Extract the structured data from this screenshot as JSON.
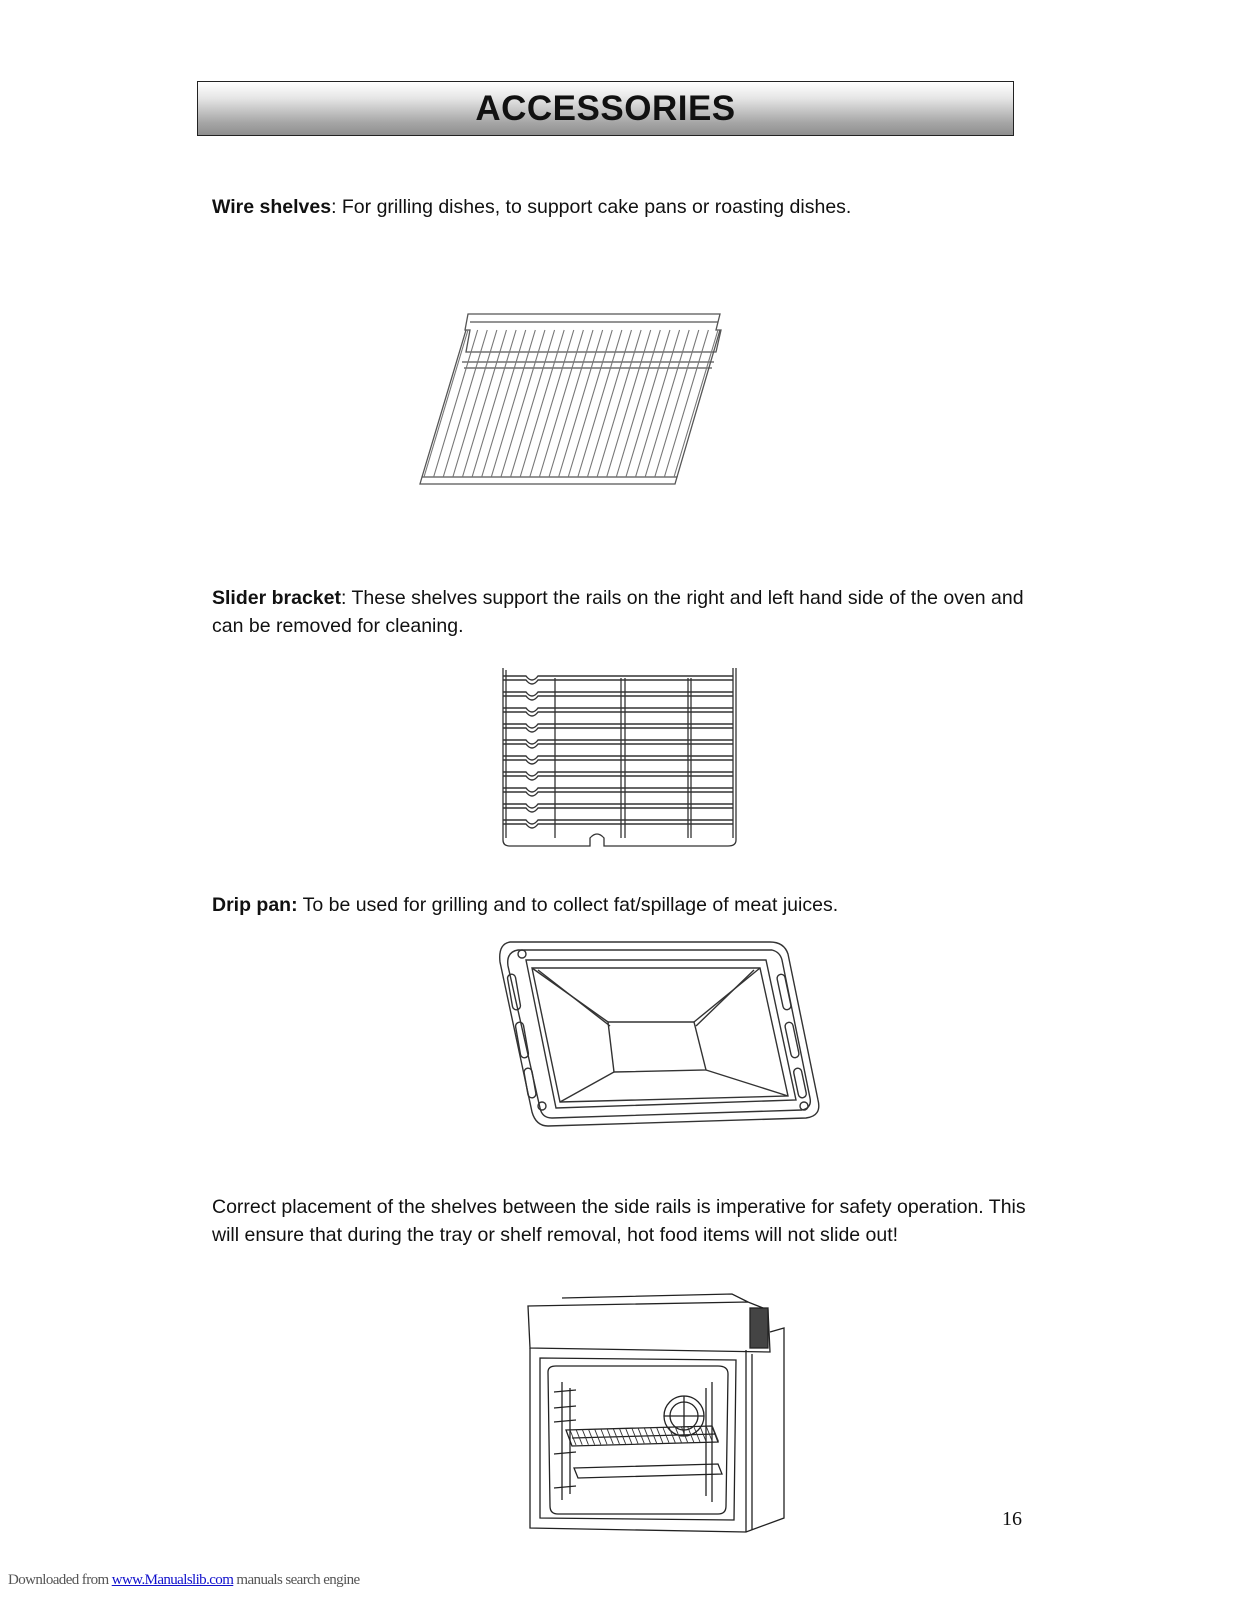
{
  "header": {
    "title": "ACCESSORIES"
  },
  "sections": {
    "wire_shelves": {
      "term": "Wire shelves",
      "text": ": For grilling dishes, to support cake pans or roasting dishes."
    },
    "slider_bracket": {
      "term": "Slider bracket",
      "text": ": These shelves support the rails on the right and left hand side of the oven and can be removed for cleaning."
    },
    "drip_pan": {
      "term": "Drip pan:",
      "text": " To be used for grilling and to collect fat/spillage of meat juices."
    },
    "placement": {
      "text": "Correct placement of the shelves between the side rails is imperative for safety operation.  This will ensure that during the tray or shelf removal, hot food items will not slide out!"
    }
  },
  "page_number": "16",
  "footer": {
    "prefix": "Downloaded from ",
    "link": "www.Manualslib.com",
    "suffix": "  manuals search engine"
  }
}
